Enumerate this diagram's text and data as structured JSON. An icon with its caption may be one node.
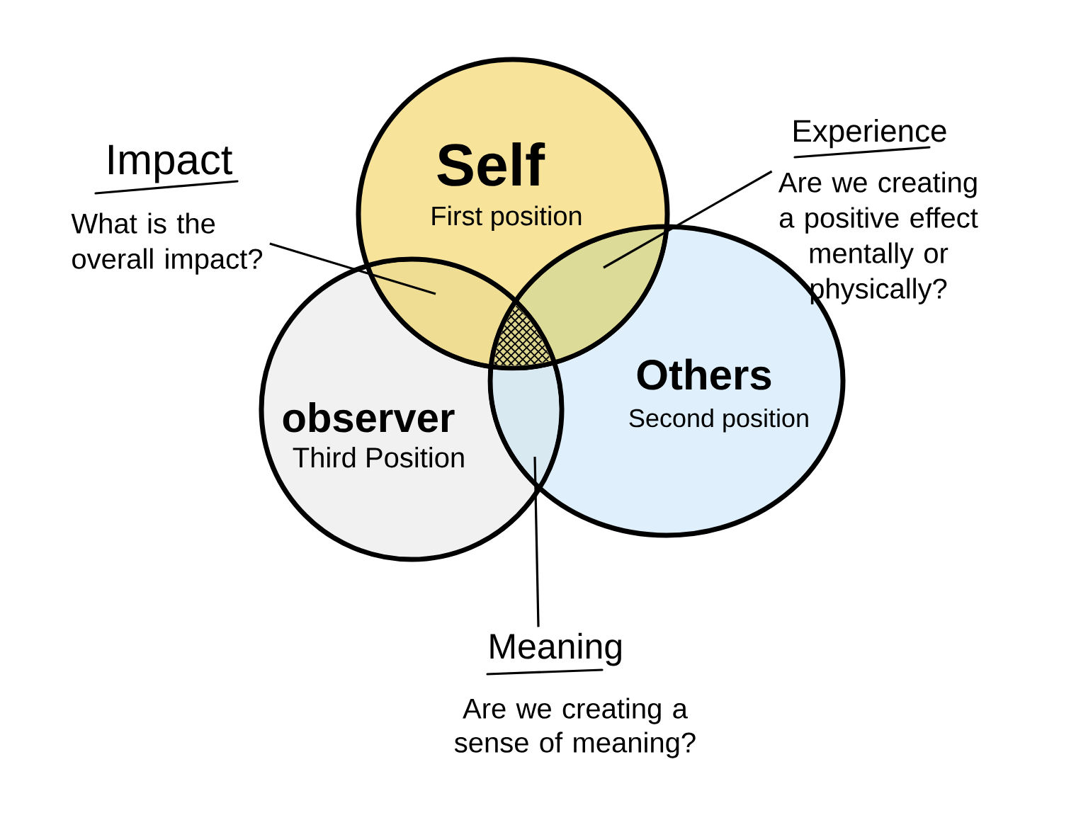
{
  "diagram": {
    "nodes": [
      {
        "text": [
          "Self",
          "First position"
        ]
      },
      {
        "text": [
          "Others",
          "Second position"
        ]
      },
      {
        "text": [
          "observer",
          "Third Position"
        ]
      },
      {
        "text": [
          "Impact",
          "What is the overall impact?"
        ]
      },
      {
        "text": [
          "Experience",
          "Are we creating a positive effect mentally or physically?"
        ]
      },
      {
        "text": [
          "Meaning",
          "Are we creating a sense of meaning?"
        ]
      },
      {
        "text": [],
        "shape": "lens"
      },
      {
        "text": [],
        "shape": "lens"
      },
      {
        "text": [],
        "shape": "lens"
      }
    ],
    "edges": [
      {
        "from": 3,
        "to": 6,
        "arrow": "none"
      },
      {
        "from": 4,
        "to": 8,
        "arrow": "none"
      },
      {
        "from": 5,
        "to": 7,
        "arrow": "none"
      }
    ]
  }
}
